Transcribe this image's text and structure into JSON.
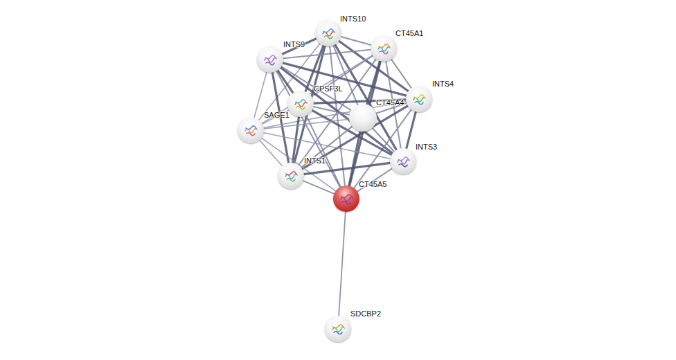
{
  "diagram": {
    "nodes": [
      {
        "text": [
          "INTS10"
        ]
      },
      {
        "text": [
          "CT45A1"
        ]
      },
      {
        "text": [
          "INTS9"
        ]
      },
      {
        "text": [
          "INTS4"
        ]
      },
      {
        "text": [
          "CPSF3L"
        ]
      },
      {
        "text": [
          "CT45A4"
        ]
      },
      {
        "text": [
          "SAGE1"
        ]
      },
      {
        "text": [
          "INTS3"
        ]
      },
      {
        "text": [
          "INTS1"
        ]
      },
      {
        "text": [
          "CT45A5"
        ]
      },
      {
        "text": [
          "SDCBP2"
        ]
      }
    ],
    "edges": [
      {
        "from": 0,
        "to": 1,
        "arrow": "none"
      },
      {
        "from": 0,
        "to": 2,
        "arrow": "none"
      },
      {
        "from": 0,
        "to": 3,
        "arrow": "none"
      },
      {
        "from": 0,
        "to": 4,
        "arrow": "none"
      },
      {
        "from": 0,
        "to": 5,
        "arrow": "none"
      },
      {
        "from": 0,
        "to": 6,
        "arrow": "none"
      },
      {
        "from": 0,
        "to": 7,
        "arrow": "none"
      },
      {
        "from": 0,
        "to": 8,
        "arrow": "none"
      },
      {
        "from": 0,
        "to": 9,
        "arrow": "none"
      },
      {
        "from": 1,
        "to": 2,
        "arrow": "none"
      },
      {
        "from": 1,
        "to": 3,
        "arrow": "none"
      },
      {
        "from": 1,
        "to": 4,
        "arrow": "none"
      },
      {
        "from": 1,
        "to": 5,
        "arrow": "none"
      },
      {
        "from": 1,
        "to": 6,
        "arrow": "none"
      },
      {
        "from": 1,
        "to": 7,
        "arrow": "none"
      },
      {
        "from": 1,
        "to": 8,
        "arrow": "none"
      },
      {
        "from": 1,
        "to": 9,
        "arrow": "none"
      },
      {
        "from": 2,
        "to": 3,
        "arrow": "none"
      },
      {
        "from": 2,
        "to": 4,
        "arrow": "none"
      },
      {
        "from": 2,
        "to": 5,
        "arrow": "none"
      },
      {
        "from": 2,
        "to": 6,
        "arrow": "none"
      },
      {
        "from": 2,
        "to": 7,
        "arrow": "none"
      },
      {
        "from": 2,
        "to": 8,
        "arrow": "none"
      },
      {
        "from": 2,
        "to": 9,
        "arrow": "none"
      },
      {
        "from": 3,
        "to": 4,
        "arrow": "none"
      },
      {
        "from": 3,
        "to": 5,
        "arrow": "none"
      },
      {
        "from": 3,
        "to": 6,
        "arrow": "none"
      },
      {
        "from": 3,
        "to": 7,
        "arrow": "none"
      },
      {
        "from": 3,
        "to": 8,
        "arrow": "none"
      },
      {
        "from": 3,
        "to": 9,
        "arrow": "none"
      },
      {
        "from": 4,
        "to": 5,
        "arrow": "none"
      },
      {
        "from": 4,
        "to": 6,
        "arrow": "none"
      },
      {
        "from": 4,
        "to": 7,
        "arrow": "none"
      },
      {
        "from": 4,
        "to": 8,
        "arrow": "none"
      },
      {
        "from": 4,
        "to": 9,
        "arrow": "none"
      },
      {
        "from": 5,
        "to": 6,
        "arrow": "none"
      },
      {
        "from": 5,
        "to": 7,
        "arrow": "none"
      },
      {
        "from": 5,
        "to": 8,
        "arrow": "none"
      },
      {
        "from": 5,
        "to": 9,
        "arrow": "none"
      },
      {
        "from": 6,
        "to": 7,
        "arrow": "none"
      },
      {
        "from": 6,
        "to": 8,
        "arrow": "none"
      },
      {
        "from": 6,
        "to": 9,
        "arrow": "none"
      },
      {
        "from": 7,
        "to": 8,
        "arrow": "none"
      },
      {
        "from": 7,
        "to": 9,
        "arrow": "none"
      },
      {
        "from": 8,
        "to": 9,
        "arrow": "none"
      },
      {
        "from": 9,
        "to": 10,
        "arrow": "none"
      }
    ]
  }
}
